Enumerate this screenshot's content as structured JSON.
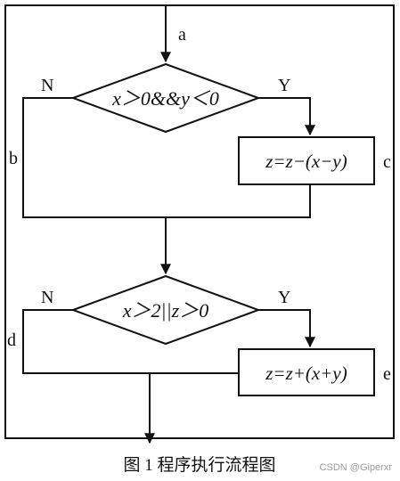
{
  "diagram": {
    "entry_label": "a",
    "decision1": {
      "text": "x＞0&&y＜0",
      "no": "N",
      "yes": "Y"
    },
    "branch_b": "b",
    "process1": {
      "text": "z=z−(x−y)",
      "label": "c"
    },
    "decision2": {
      "text": "x＞2||z＞0",
      "no": "N",
      "yes": "Y"
    },
    "branch_d": "d",
    "process2": {
      "text": "z=z+(x+y)",
      "label": "e"
    }
  },
  "caption": "图 1  程序执行流程图",
  "watermark": "CSDN @Giperxr"
}
